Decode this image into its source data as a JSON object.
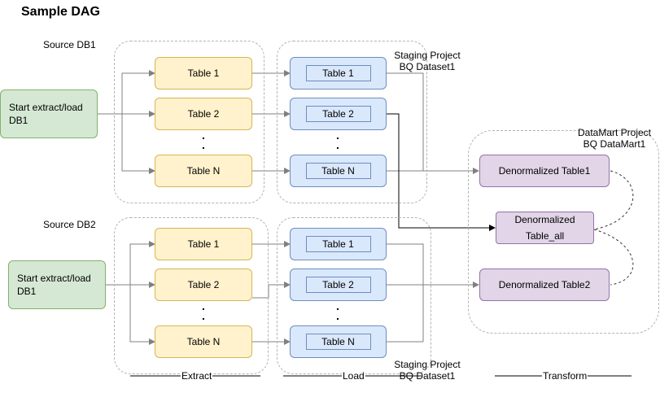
{
  "diagram": {
    "title": "Sample DAG",
    "sources": [
      {
        "label": "Source DB1",
        "start_label": "Start extract/load DB1",
        "extract_tables": [
          "Table 1",
          "Table 2",
          "Table N"
        ],
        "load_tables": [
          "Table 1",
          "Table 2",
          "Table N"
        ],
        "staging_label_line1": "Staging Project",
        "staging_label_line2": "BQ Dataset1"
      },
      {
        "label": "Source DB2",
        "start_label": "Start extract/load DB1",
        "extract_tables": [
          "Table 1",
          "Table 2",
          "Table N"
        ],
        "load_tables": [
          "Table 1",
          "Table 2",
          "Table N"
        ],
        "staging_label_line1": "Staging Project",
        "staging_label_line2": "BQ Dataset1"
      }
    ],
    "ellipsis": ".",
    "datamart": {
      "label_line1": "DataMart Project",
      "label_line2": "BQ DataMart1",
      "denorm_table1": "Denormalized Table1",
      "denorm_all_line1": "Denormalized",
      "denorm_all_line2": "Table_all",
      "denorm_table2": "Denormalized Table2"
    },
    "stages": [
      "Extract",
      "Load",
      "Transform"
    ],
    "colors": {
      "start_fill": "#d5e8d4",
      "start_stroke": "#82b366",
      "extract_fill": "#fff2cc",
      "extract_stroke": "#d6b656",
      "load_fill": "#dae8fc",
      "load_stroke": "#6c8ebf",
      "transform_fill": "#e1d5e7",
      "transform_stroke": "#9673a6",
      "group_border": "#b3b3b3",
      "edge": "#808080"
    }
  }
}
